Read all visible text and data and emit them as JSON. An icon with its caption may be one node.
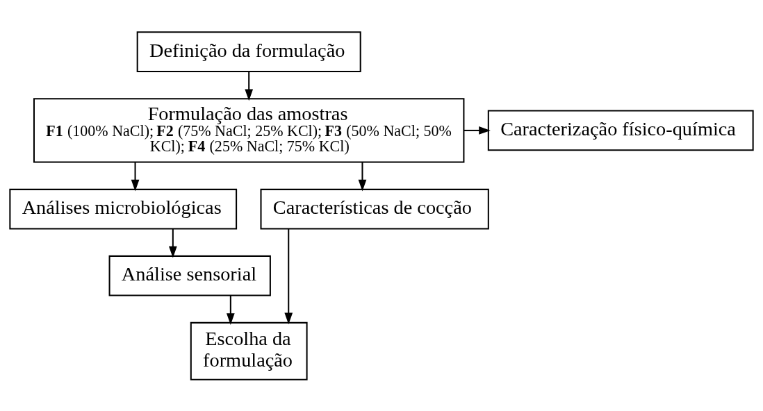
{
  "diagram": {
    "nodes": [
      {
        "text": [
          "Definição da formulação"
        ]
      },
      {
        "text": [
          "Formulação das amostras",
          "**F1** (100% NaCl); **F2** (75% NaCl; 25% KCl); **F3** (50% NaCl; 50% KCl); **F4** (25% NaCl; 75% KCl)"
        ]
      },
      {
        "text": [
          "Caracterização físico-química"
        ]
      },
      {
        "text": [
          "Análises microbiológicas"
        ]
      },
      {
        "text": [
          "Características de cocção"
        ]
      },
      {
        "text": [
          "Análise sensorial"
        ]
      },
      {
        "text": [
          "Escolha da formulação"
        ]
      }
    ],
    "edges": [
      {
        "from": 0,
        "to": 1,
        "arrow": "to"
      },
      {
        "from": 1,
        "to": 2,
        "arrow": "to"
      },
      {
        "from": 1,
        "to": 3,
        "arrow": "to"
      },
      {
        "from": 1,
        "to": 4,
        "arrow": "to"
      },
      {
        "from": 3,
        "to": 5,
        "arrow": "to"
      },
      {
        "from": 5,
        "to": 6,
        "arrow": "to"
      },
      {
        "from": 4,
        "to": 6,
        "arrow": "to"
      }
    ]
  }
}
